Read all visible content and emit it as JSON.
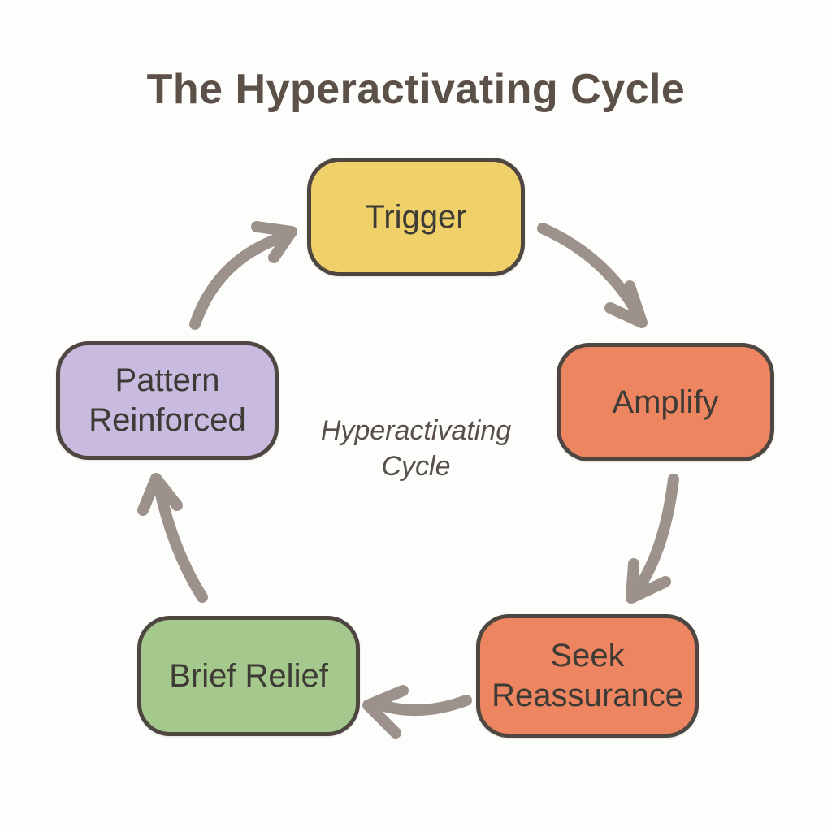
{
  "title": "The Hyperactivating Cycle",
  "center_label": "Hyperactivating Cycle",
  "nodes": [
    {
      "id": "trigger",
      "label": "Trigger",
      "fill": "#f0d169"
    },
    {
      "id": "amplify",
      "label": "Amplify",
      "fill": "#ec8560"
    },
    {
      "id": "seek-reassurance",
      "label": "Seek Reassurance",
      "fill": "#ec8560"
    },
    {
      "id": "brief-relief",
      "label": "Brief Relief",
      "fill": "#a5c88d"
    },
    {
      "id": "pattern-reinforced",
      "label": "Pattern Reinforced",
      "fill": "#c9badf"
    }
  ],
  "edges": [
    {
      "from": "trigger",
      "to": "amplify"
    },
    {
      "from": "amplify",
      "to": "seek-reassurance"
    },
    {
      "from": "seek-reassurance",
      "to": "brief-relief"
    },
    {
      "from": "brief-relief",
      "to": "pattern-reinforced"
    },
    {
      "from": "pattern-reinforced",
      "to": "trigger"
    }
  ],
  "colors": {
    "bg": "#fdfdfc",
    "arrow": "#9c928b",
    "node-border": "#4e4741",
    "node-text": "#3e3a35",
    "title-color": "#5c5149",
    "center-color": "#57504a"
  }
}
